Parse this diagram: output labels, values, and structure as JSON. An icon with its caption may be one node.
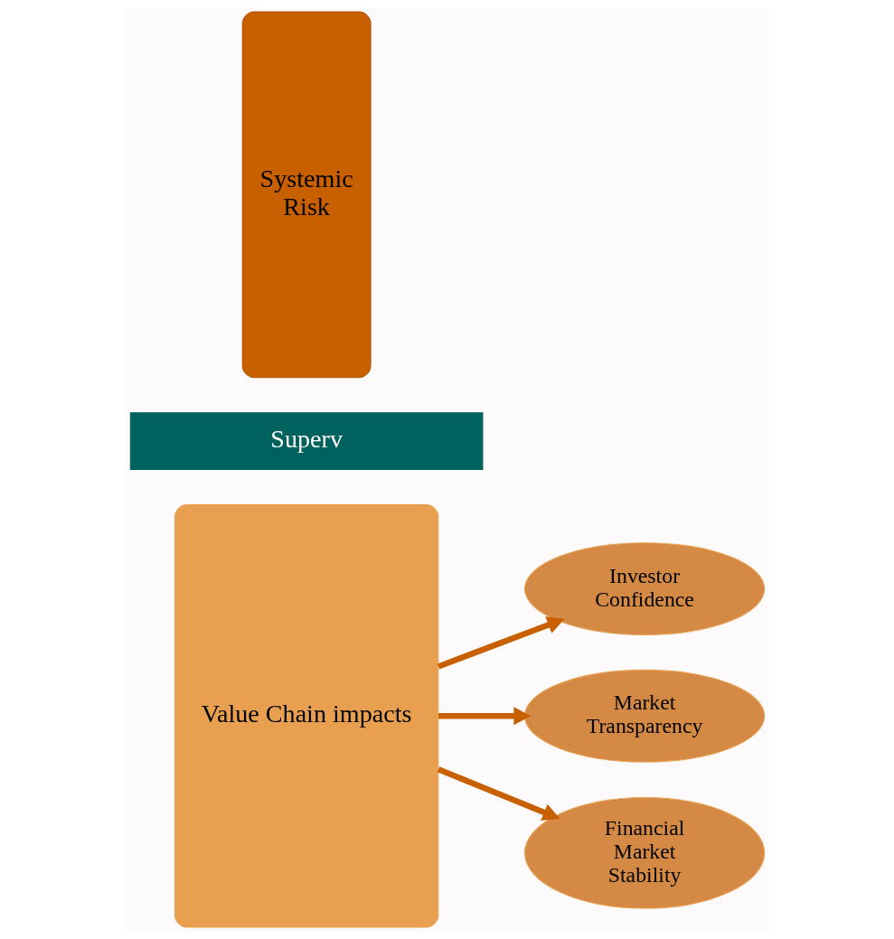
{
  "diagram": {
    "nodes": [
      {
        "text": [
          "Value Chain impacts"
        ]
      },
      {
        "text": [
          "Superv"
        ]
      },
      {
        "text": [
          "Investor Confidence"
        ]
      },
      {
        "text": [
          "Market Transparency"
        ]
      },
      {
        "text": [
          "Financial Market Stability"
        ]
      },
      {
        "text": [
          "Systemic Risk"
        ]
      }
    ],
    "edges": [
      {
        "from": 0,
        "to": 2,
        "arrow": "to"
      },
      {
        "from": 0,
        "to": 3,
        "arrow": "to"
      },
      {
        "from": 0,
        "to": 4,
        "arrow": "to"
      }
    ]
  }
}
